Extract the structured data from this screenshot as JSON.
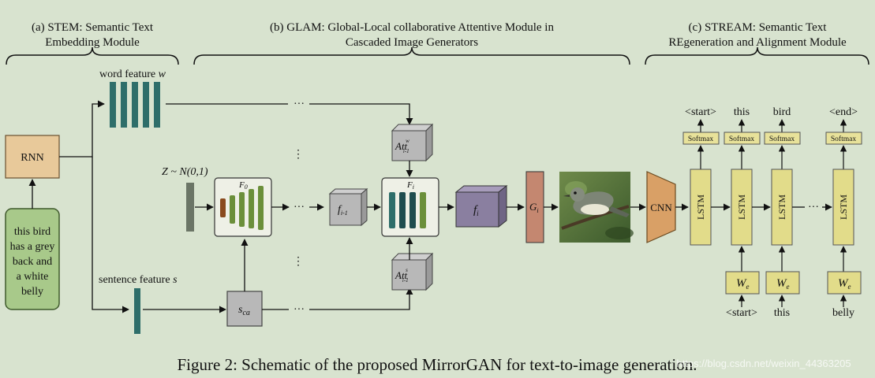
{
  "sections": {
    "stem": {
      "line1": "(a) STEM: Semantic Text",
      "line2": "Embedding Module"
    },
    "glam": {
      "line1": "(b) GLAM: Global-Local collaborative Attentive Module in",
      "line2": "Cascaded Image Generators"
    },
    "stream": {
      "line1": "(c) STREAM: Semantic Text",
      "line2": "REgeneration and Alignment Module"
    }
  },
  "labels": {
    "rnn": "RNN",
    "input_text": [
      "this bird",
      "has a grey",
      "back and",
      "a white",
      "belly"
    ],
    "word_feature": "word feature ",
    "word_feature_var": "w",
    "sentence_feature": "sentence feature ",
    "sentence_feature_var": "s",
    "noise": "Z ~ N(0,1)",
    "F0": "F",
    "F0_sub": "0",
    "Fi": "F",
    "Fi_sub": "i",
    "fi_prev": "f",
    "fi_prev_sub": "i-1",
    "fi": "f",
    "fi_sub": "i",
    "att_w": "Att",
    "att_w_sub": "i-1",
    "att_w_sup": "w",
    "att_s": "Att",
    "att_s_sub": "i-1",
    "att_s_sup": "s",
    "sca": "s",
    "sca_sub": "ca",
    "Gi": "G",
    "Gi_sub": "i",
    "cnn": "CNN",
    "lstm": "LSTM",
    "softmax": "Softmax",
    "we": "W",
    "we_sub": "e",
    "ellipsis": "···",
    "vdots": "⋮"
  },
  "stream_tokens": {
    "outputs": [
      "<start>",
      "this",
      "bird",
      "<end>"
    ],
    "inputs": [
      "<start>",
      "this",
      "belly"
    ]
  },
  "caption": "Figure 2: Schematic of the proposed MirrorGAN for text-to-image generation.",
  "watermark": "https://blog.csdn.net/weixin_44363205",
  "colors": {
    "background": "#d8e3cf",
    "teal": "#2e6e6a",
    "dark_teal": "#1f4d4f",
    "green": "#6b8f3a",
    "brown": "#8a4a1e",
    "rnn_box": "#e8c99a",
    "text_box": "#a8c98a",
    "grey_box": "#b8b8b8",
    "purple_box": "#8a7fa0",
    "gi_box": "#c48770",
    "cnn": "#d9a066",
    "lstm": "#e2dc8a",
    "softmax": "#e8e29a",
    "noise_bar": "#6b7566"
  }
}
